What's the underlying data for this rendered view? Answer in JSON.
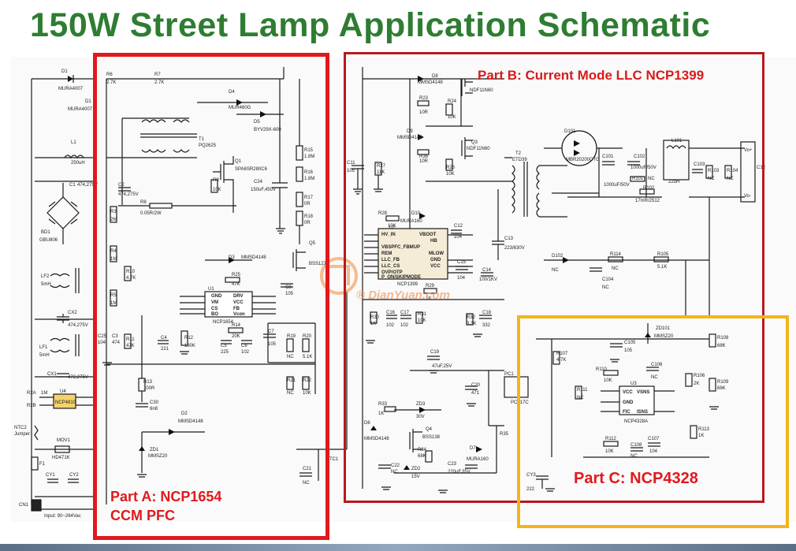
{
  "title": "150W Street Lamp Application Schematic",
  "colors": {
    "title": "#2e7d32",
    "part_a": "#e0191e",
    "part_b": "#b8191e",
    "part_c": "#f2b51b",
    "watermark": "#f2a06a"
  },
  "sections": {
    "part_a": {
      "label": "Part A: NCP1654\nCCM PFC"
    },
    "part_b": {
      "label": "Part B: Current Mode LLC NCP1399"
    },
    "part_c": {
      "label": "Part C: NCP4328"
    }
  },
  "watermark": {
    "text": "® DianYuan.com"
  },
  "labels": {
    "d1": "D1",
    "mura4007": "MURA4007",
    "r6": "R6",
    "r6v": "2.7K",
    "r7": "R7",
    "r7v": "2.7K",
    "d1b": "D1",
    "mura4007b": "MURA4007",
    "d4": "D4",
    "mur460g": "MUR460G",
    "d5": "D5",
    "byv": "BYV29X-600",
    "t1": "T1",
    "pq2625": "PQ2625",
    "q1": "Q1",
    "spa": "SPA6SR280C6",
    "l1": "L1",
    "l1v": "250uH",
    "c1": "C1",
    "c1v": "474,275V",
    "c2": "C2",
    "c2v": "474,275V",
    "r9": "R9",
    "r9v": "10K",
    "c24": "C24",
    "c24v": "150uF,450V",
    "r15": "R15",
    "r15v": "1.8M",
    "r16": "R16",
    "r16v": "1.8M",
    "r17": "R17",
    "r17v": "0R",
    "r18": "R18",
    "r18v": "0R",
    "r3": "R3",
    "r3v": "2M",
    "r8": "R8",
    "r8v": "0.05R/2W",
    "bd1": "BD1",
    "gbu": "GBU806",
    "r4": "R4",
    "r4v": "1M",
    "d3": "D3",
    "mmsd": "MMSD4148",
    "q5": "Q5",
    "bss": "BSS127",
    "r10": "R10",
    "r10v": "4.7K",
    "r25": "R25",
    "r25v": "47K",
    "lf2": "LF2",
    "lf2v": "5mH",
    "r5": "R5",
    "r5v": "1M",
    "u1": "U1",
    "ncp1654": "NCP1654",
    "c8": "C8",
    "c8v": "105",
    "u1p1": "GND",
    "u1p2": "VM",
    "u1p3": "CS",
    "u1p4": "BO",
    "u1p5": "DRV",
    "u1p6": "VCC",
    "u1p7": "FB",
    "u1p8": "Vcon",
    "cx2": "CX2",
    "cx2v": "474,275V",
    "c25": "C25",
    "c25v": "104",
    "c3": "C3",
    "c3v": "474",
    "r11": "R11",
    "r11v": "47K",
    "c4": "C4",
    "c4v": "221",
    "r12": "R12",
    "r12v": "180K",
    "r14": "R14",
    "r14v": "20K",
    "c5": "C5",
    "c5v": "225",
    "c6": "C6",
    "c6v": "102",
    "c7": "C7",
    "c7v": "105",
    "r19": "R19",
    "r19v": "NC",
    "r20": "R20",
    "r20v": "5.1K",
    "lf1": "LF1",
    "lf1v": "5mH",
    "cx1": "CX1",
    "cx1v": "472,275V",
    "r13": "R13",
    "r13v": "100R",
    "r21": "R21",
    "r21v": "NC",
    "r22": "R22",
    "r22v": "10K",
    "r2a": "R2A",
    "r2b": "R2B",
    "r2av": "1M",
    "u4": "U4",
    "ncp4810": "NCP4810",
    "c30": "C30",
    "c30v": "6n8",
    "d2": "D2",
    "d2v": "MMSD4148",
    "ntc2": "NTC2",
    "jumper": "Jumper",
    "mov1": "MOV1",
    "hd471": "HD471K",
    "zd1": "ZD1",
    "mmsz": "MMSZ20",
    "f1": "F1",
    "cy1": "CY1",
    "cy2": "CY2",
    "cn1": "CN1",
    "input": "Input: 90~264Vac",
    "c21": "C21",
    "c21v": "NC",
    "tc1": "TC1",
    "d8": "D8",
    "mmsd8": "MMSD4148",
    "r23": "R23",
    "r23v": "10R",
    "r24": "R24",
    "r24v": "10K",
    "ndf": "NDF11N60",
    "d9": "D9",
    "mmsd9": "MMSD4148",
    "r36": "R36",
    "r36v": "10R",
    "r26": "R26",
    "r26v": "10K",
    "q3": "Q3",
    "ndf3": "NDF11N60",
    "c11": "C11",
    "c11v": "105",
    "r27": "R27",
    "r27v": "11K",
    "t2": "T2",
    "etd": "ETD39",
    "d101": "D101",
    "mbr": "MBR20200CTG",
    "c101": "C101",
    "c101v": "1000uF/50V",
    "c102": "C102",
    "c102v": "1000uF/50V",
    "r101": "R101",
    "r101v": "NC",
    "r102": "R102",
    "r102v": "17mR/2512",
    "l101": "L101",
    "l101v": "22uH",
    "c103": "C103",
    "r103": "R103",
    "r103v": "NC",
    "r104": "R104",
    "r104v": "NC",
    "vop": "Vo+",
    "von": "Vo-",
    "c12": "C12",
    "r28": "R28",
    "r28v": "10K",
    "d10": "D10",
    "mura160": "MURA160",
    "u2": "U2",
    "ncp1399": "NCP1399",
    "u2l1": "HV_IN",
    "u2l2": "VBOOT",
    "u2l3": "HB",
    "u2l4": "VBSPFC_FBMUP",
    "u2l5": "REM",
    "u2l6": "LLC_FB",
    "u2l7": "LLC_CS",
    "u2l8": "OVP/OTP",
    "u2l9": "P_ON/SKIPMODE",
    "u2r1": "MLOW",
    "u2r2": "GND",
    "u2r3": "VCC",
    "c12b": "C12",
    "c12bv": "104",
    "c13": "C13",
    "c13v": "223/630V",
    "c15": "C15",
    "c15v": "104",
    "c14": "C14",
    "c14v": "100/1KV",
    "r29": "R29",
    "r29v": "1K",
    "d102": "D102",
    "d102v": "NC",
    "r114": "R114",
    "r114v": "NC",
    "r105": "R105",
    "r105v": "5.1K",
    "c104": "C104",
    "c104v": "NC",
    "r30": "R30",
    "r30v": "1K",
    "c16": "C16",
    "c16v": "102",
    "c17": "C17",
    "c17v": "102",
    "r31": "R31",
    "r31v": "10K",
    "r32": "R32",
    "r32v": "3.3K",
    "c18": "C18",
    "c18v": "332",
    "c19": "C19",
    "c19v": "47uF,25V",
    "c20": "C20",
    "c20v": "471",
    "pc1": "PC1",
    "pc817": "PC817C",
    "r33": "R33",
    "r33v": "1K",
    "zd3": "ZD3",
    "zd3v": "30V",
    "d6": "D6",
    "d6v": "MMSD4148",
    "q4": "Q4",
    "q4v": "BSS138",
    "r34": "R34",
    "r34v": "68K",
    "zd2": "ZD2",
    "zd2v": "15V",
    "c23": "C23",
    "c23v": "220uF,35V",
    "d7": "D7",
    "d7v": "MURA160",
    "c22": "C22",
    "c22v": "NC",
    "r35": "R35",
    "r107": "R107",
    "r107v": "4.7K",
    "c105": "C105",
    "c105v": "105",
    "zd101": "ZD101",
    "zd101v": "MMSZ20",
    "r108": "R108",
    "r108v": "68K",
    "r110": "R110",
    "r110v": "10K",
    "c106": "C106",
    "c106v": "NC",
    "r106": "R106",
    "r106v": "2K",
    "r109": "R109",
    "r109v": "68K",
    "r111": "R111",
    "r111v": "NC",
    "u3": "U3",
    "ncp4328": "NCP4328A",
    "u3p1": "VCC",
    "u3p2": "VSNS",
    "u3p3": "GND",
    "u3p4": "FIC",
    "u3p5": "ISNS",
    "r113": "R113",
    "r113v": "1K",
    "r112": "R112",
    "r112v": "10K",
    "c108": "C108",
    "c108v": "NC",
    "c107": "C107",
    "c107v": "104",
    "cy3": "CY3",
    "cy3v": "222"
  }
}
